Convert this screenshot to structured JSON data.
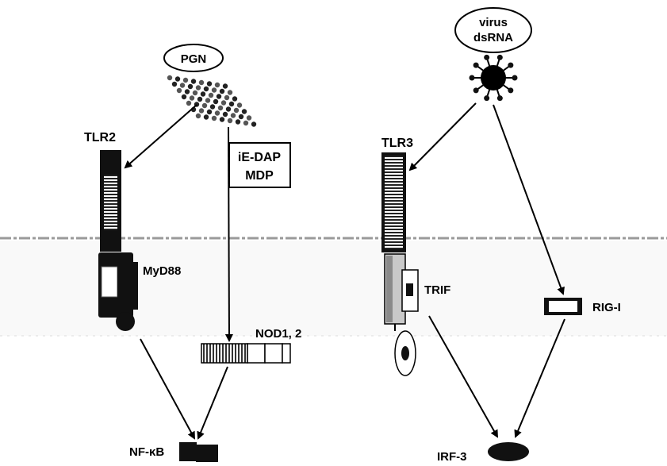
{
  "labels": {
    "pgn": "PGN",
    "tlr2": "TLR2",
    "ie_dap": "iE-DAP",
    "mdp": "MDP",
    "myd88": "MyD88",
    "nod": "NOD1, 2",
    "nfkb": "NF-κB",
    "virus": "virus",
    "dsrna": "dsRNA",
    "tlr3": "TLR3",
    "trif": "TRIF",
    "rigi": "RIG-I",
    "irf3": "IRF-3"
  },
  "colors": {
    "ink": "#000000",
    "membrane": "#c8c8c8",
    "paper": "#ffffff"
  }
}
